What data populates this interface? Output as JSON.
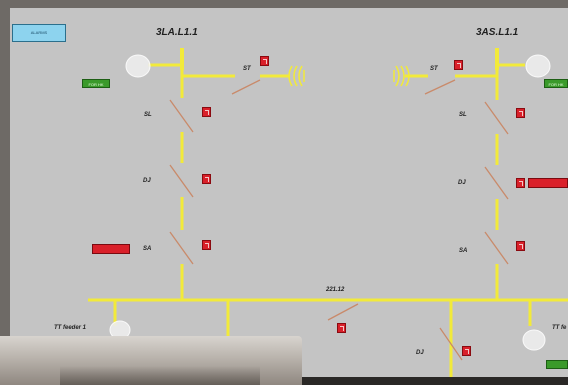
{
  "screen": {
    "alarm_button_label": "ALARMS",
    "bays": {
      "left_title": "3LA.L1.1",
      "right_title": "3AS.L1.1",
      "center_label": "221.12"
    },
    "left_bay": {
      "labels": [
        "ST",
        "SL",
        "DJ",
        "SA"
      ],
      "green_button": "FOR HK"
    },
    "right_bay": {
      "labels": [
        "ST",
        "SL",
        "DJ",
        "SA"
      ],
      "green_button": "FOR HK"
    },
    "bottom": {
      "left_feeder": "TT feeder 1",
      "right_feeder": "TT fe",
      "dj_label": "DJ"
    }
  },
  "colors": {
    "busbar": "#f2ea3a",
    "background": "#c4c4c4",
    "indicator": "#d9202a",
    "command": "#3a9a2a",
    "alarm_button": "#8dd3ee"
  },
  "icons": {
    "lamp": "lamp-icon",
    "transformer": "transformer-icon",
    "switch": "disconnector-switch-icon"
  }
}
